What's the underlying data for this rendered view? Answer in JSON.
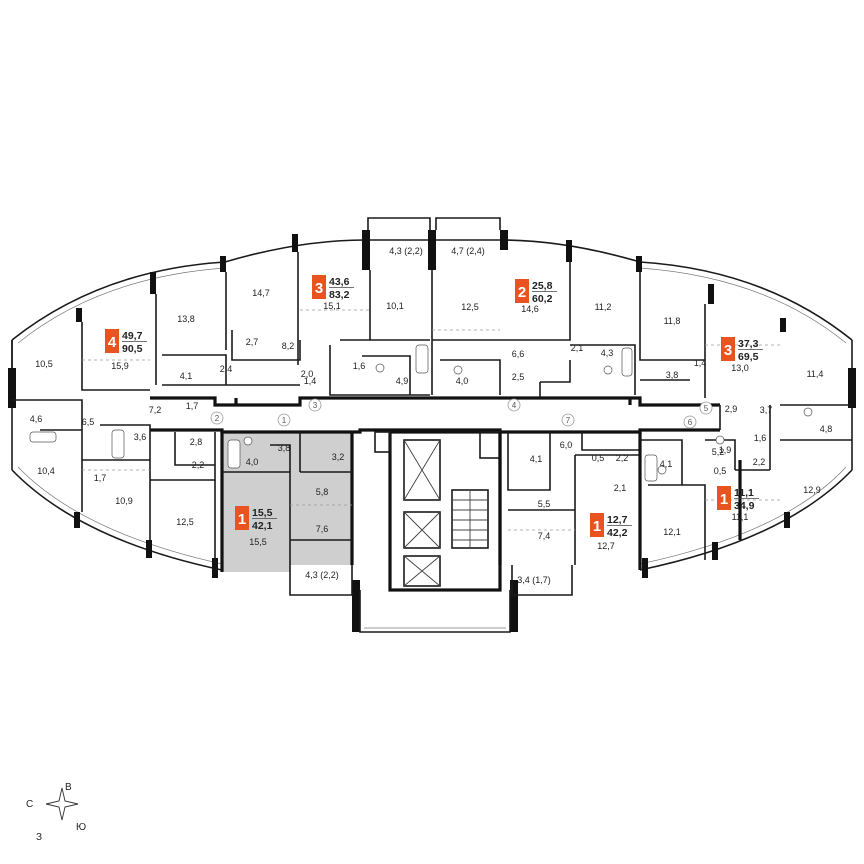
{
  "colors": {
    "accent": "#e8531f",
    "highlight": "#cfcfcf",
    "wall": "#1a1a1a"
  },
  "apartments": [
    {
      "rooms": "4",
      "living": "49,7",
      "total": "90,5"
    },
    {
      "rooms": "3",
      "living": "43,6",
      "total": "83,2"
    },
    {
      "rooms": "2",
      "living": "25,8",
      "total": "60,2"
    },
    {
      "rooms": "3",
      "living": "37,3",
      "total": "69,5"
    },
    {
      "rooms": "1",
      "living": "15,5",
      "total": "42,1"
    },
    {
      "rooms": "1",
      "living": "12,7",
      "total": "42,2"
    },
    {
      "rooms": "1",
      "living": "11,1",
      "total": "34,9"
    }
  ],
  "areas": [
    "10,5",
    "15,9",
    "13,8",
    "14,7",
    "2,7",
    "8,2",
    "4,1",
    "2,4",
    "15,1",
    "10,1",
    "4,3 (2,2)",
    "4,7 (2,4)",
    "12,5",
    "14,6",
    "11,2",
    "11,8",
    "13,0",
    "11,4",
    "4,6",
    "6,5",
    "7,2",
    "1,7",
    "2,8",
    "3,6",
    "10,4",
    "1,7",
    "10,9",
    "2,2",
    "12,5",
    "4,0",
    "3,8",
    "3,2",
    "5,8",
    "15,5",
    "7,6",
    "4,3 (2,2)",
    "1,4",
    "2,0",
    "1,6",
    "4,9",
    "4,0",
    "6,6",
    "2,5",
    "2,1",
    "4,3",
    "3,8",
    "1,4",
    "2,9",
    "3,7",
    "1,6",
    "4,8",
    "2,2",
    "12,9",
    "6,0",
    "0,5",
    "2,2",
    "4,1",
    "2,1",
    "5,5",
    "7,4",
    "3,4 (1,7)",
    "12,7",
    "12,1",
    "4,1",
    "5,2",
    "1,9",
    "0,5",
    "11,1"
  ],
  "entrances": [
    "1",
    "2",
    "3",
    "4",
    "5",
    "6",
    "7"
  ],
  "compass": {
    "north": "В",
    "south": "З",
    "west": "С",
    "east": "Ю"
  }
}
